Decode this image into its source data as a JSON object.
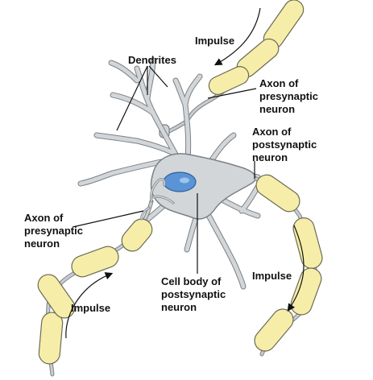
{
  "labels": {
    "dendrites": "Dendrites",
    "axon_presynaptic_top": [
      "Axon of",
      "presynaptic",
      "neuron"
    ],
    "axon_postsynaptic": [
      "Axon of",
      "postsynaptic",
      "neuron"
    ],
    "axon_presynaptic_left": [
      "Axon of",
      "presynaptic",
      "neuron"
    ],
    "cell_body": [
      "Cell body of",
      "postsynaptic",
      "neuron"
    ],
    "impulse_top": "Impulse",
    "impulse_right": "Impulse",
    "impulse_left": "Impulse"
  },
  "colors": {
    "cell_body_fill": "#d2d6d9",
    "cell_outline": "#7b8185",
    "myelin_fill": "#f6eea8",
    "myelin_outline": "#6b6b55",
    "node_fill": "#b9bcbd",
    "nucleus_fill": "#5b94d6",
    "leader_line": "#111111"
  }
}
